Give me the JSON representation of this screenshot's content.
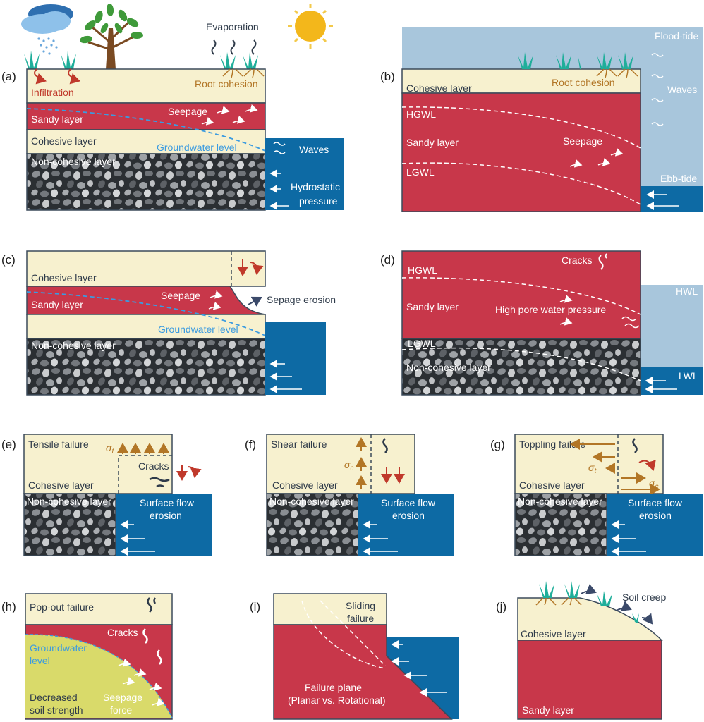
{
  "colors": {
    "cohesive": "#f7f1cf",
    "sandy": "#c8374a",
    "rock": "#2b2f33",
    "water_dark": "#0d6aa4",
    "water_light": "#a8c6dc",
    "outline": "#3b4a5a",
    "label_dark": "#2f3b4a",
    "groundwater": "#3b9be0",
    "brown": "#b27626",
    "red_text": "#c0392b",
    "yellow_soil": "#d9da6a"
  },
  "panels": {
    "a": {
      "id": "(a)",
      "evaporation": "Evaporation",
      "infiltration": "Infiltration",
      "root_cohesion": "Root cohesion",
      "seepage": "Seepage",
      "sandy_layer": "Sandy layer",
      "cohesive_layer": "Cohesive layer",
      "groundwater_level": "Groundwater level",
      "waves": "Waves",
      "non_cohesive_layer": "Non-cohesive layer",
      "hydrostatic_1": "Hydrostatic",
      "hydrostatic_2": "pressure"
    },
    "b": {
      "id": "(b)",
      "flood_tide": "Flood-tide",
      "cohesive_layer": "Cohesive layer",
      "root_cohesion": "Root cohesion",
      "waves": "Waves",
      "hgwl": "HGWL",
      "sandy_layer": "Sandy layer",
      "seepage": "Seepage",
      "lgwl": "LGWL",
      "ebb_tide": "Ebb-tide"
    },
    "c": {
      "id": "(c)",
      "cohesive_layer": "Cohesive layer",
      "seepage": "Seepage",
      "sepage_erosion": "Sepage erosion",
      "sandy_layer": "Sandy layer",
      "groundwater_level": "Groundwater level",
      "non_cohesive_layer": "Non-cohesive layer"
    },
    "d": {
      "id": "(d)",
      "cracks": "Cracks",
      "hwl": "HWL",
      "hgwl": "HGWL",
      "sandy_layer": "Sandy layer",
      "high_pore": "High pore water pressure",
      "lgwl": "LGWL",
      "non_cohesive_layer": "Non-cohesive layer",
      "lwl": "LWL"
    },
    "e": {
      "id": "(e)",
      "title": "Tensile failure",
      "sigma": "σ",
      "sigma_sub": "t",
      "cracks": "Cracks",
      "cohesive_layer": "Cohesive layer",
      "non_cohesive_layer": "Non-cohesive layer",
      "surface_flow_1": "Surface flow",
      "surface_flow_2": "erosion"
    },
    "f": {
      "id": "(f)",
      "title": "Shear failure",
      "sigma": "σ",
      "sigma_sub": "c",
      "cohesive_layer": "Cohesive layer",
      "non_cohesive_layer": "Non-cohesive layer",
      "surface_flow_1": "Surface flow",
      "surface_flow_2": "erosion"
    },
    "g": {
      "id": "(g)",
      "title": "Toppling failure",
      "sigma": "σ",
      "sigma_sub_t": "t",
      "sigma_sub_c": "c",
      "cohesive_layer": "Cohesive layer",
      "non_cohesive_layer": "Non-cohesive layer",
      "surface_flow_1": "Surface flow",
      "surface_flow_2": "erosion"
    },
    "h": {
      "id": "(h)",
      "title": "Pop-out failure",
      "cracks": "Cracks",
      "groundwater_1": "Groundwater",
      "groundwater_2": "level",
      "decreased_1": "Decreased",
      "decreased_2": "soil strength",
      "seepage_1": "Seepage",
      "seepage_2": "force"
    },
    "i": {
      "id": "(i)",
      "sliding_1": "Sliding",
      "sliding_2": "failure",
      "failure_plane_1": "Failure plane",
      "failure_plane_2": "(Planar vs. Rotational)"
    },
    "j": {
      "id": "(j)",
      "soil_creep": "Soil creep",
      "cohesive_layer": "Cohesive layer",
      "sandy_layer": "Sandy layer"
    }
  }
}
